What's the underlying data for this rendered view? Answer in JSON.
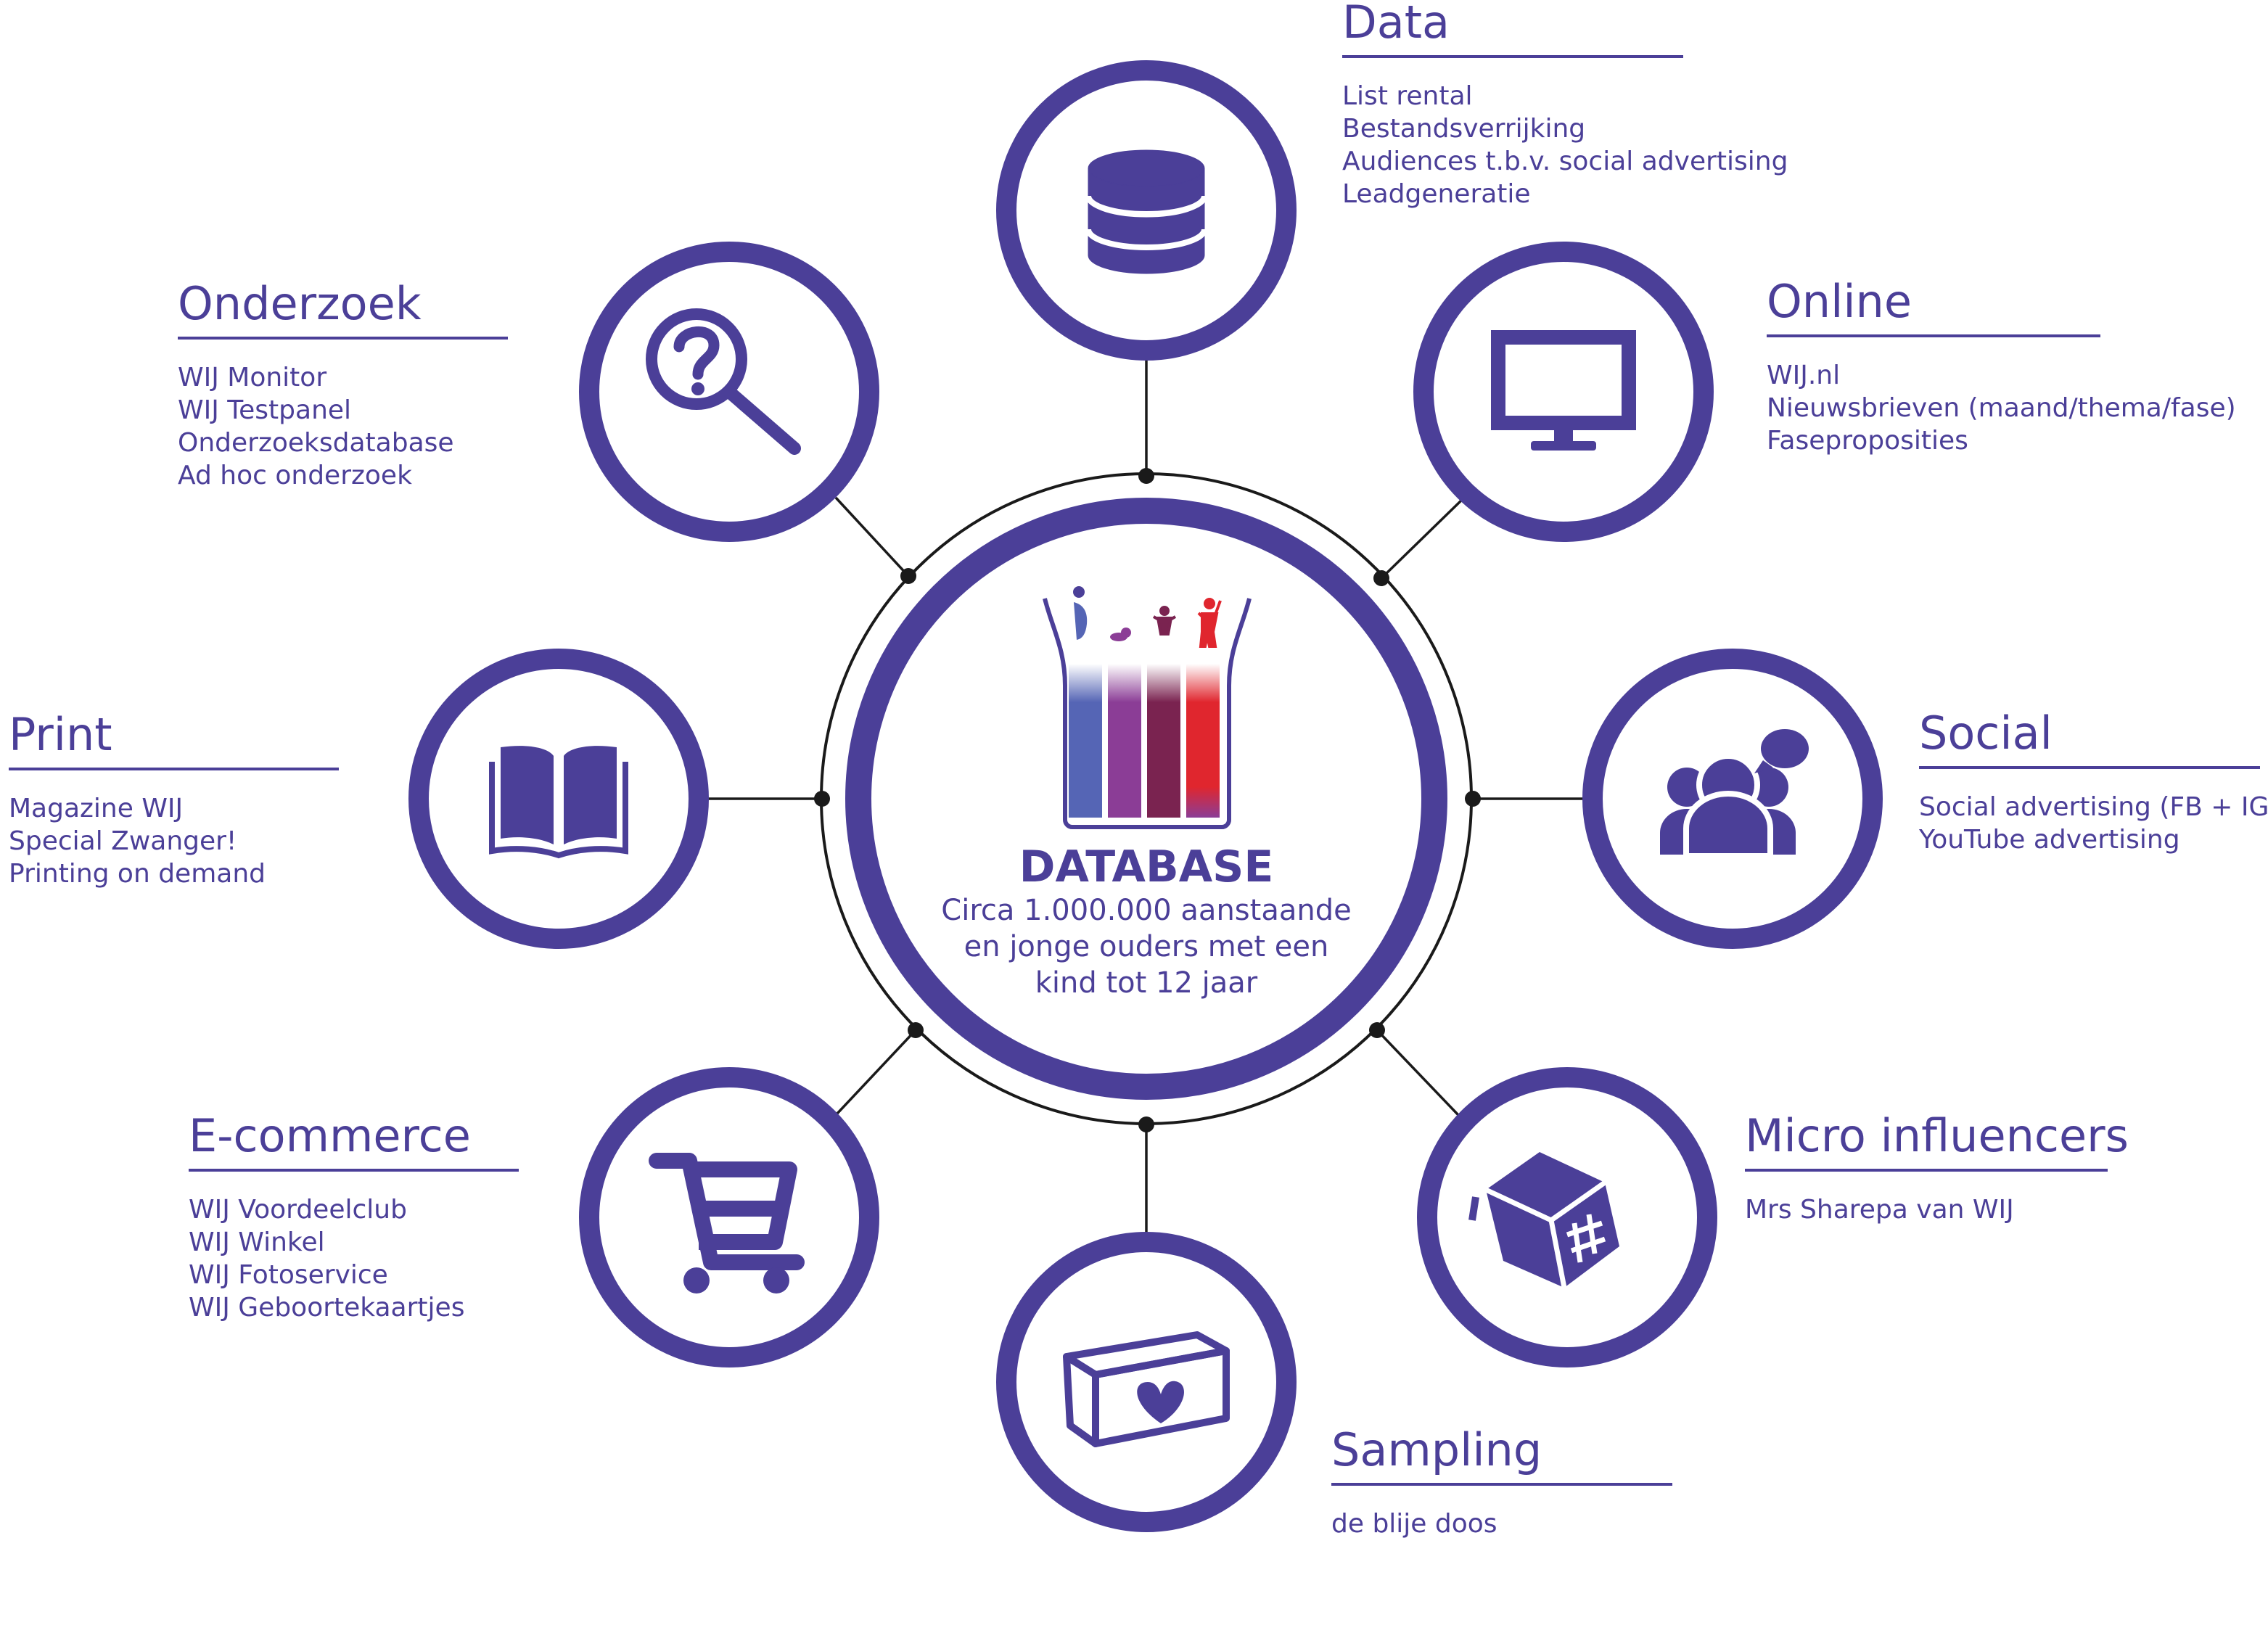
{
  "colors": {
    "primary": "#4b3f98",
    "line": "#1a1a1a",
    "bar_blue": "#5565b5",
    "bar_purple": "#8b3d96",
    "bar_plum": "#7a2350",
    "bar_red": "#e0262e"
  },
  "center": {
    "icon": "database-columns-logo",
    "title": "DATABASE",
    "lines": [
      "Circa 1.000.000 aanstaande",
      "en jonge ouders met een",
      "kind tot 12 jaar"
    ]
  },
  "nodes": [
    {
      "id": "data",
      "title": "Data",
      "icon": "database-icon",
      "items": [
        "List rental",
        "Bestandsverrijking",
        "Audiences t.b.v. social advertising",
        "Leadgeneratie"
      ]
    },
    {
      "id": "online",
      "title": "Online",
      "icon": "monitor-icon",
      "items": [
        "WIJ.nl",
        "Nieuwsbrieven (maand/thema/fase)",
        "Faseproposities"
      ]
    },
    {
      "id": "social",
      "title": "Social",
      "icon": "people-chat-icon",
      "items": [
        "Social advertising (FB + IG)",
        "YouTube advertising"
      ]
    },
    {
      "id": "micro",
      "title": "Micro influencers",
      "icon": "hashtag-box-icon",
      "items": [
        "Mrs Sharepa van WIJ"
      ]
    },
    {
      "id": "sampling",
      "title": "Sampling",
      "icon": "heart-box-icon",
      "items": [
        "de blije doos"
      ]
    },
    {
      "id": "ecommerce",
      "title": "E-commerce",
      "icon": "shopping-cart-icon",
      "items": [
        "WIJ Voordeelclub",
        "WIJ Winkel",
        "WIJ Fotoservice",
        "WIJ Geboortekaartjes"
      ]
    },
    {
      "id": "print",
      "title": "Print",
      "icon": "open-book-icon",
      "items": [
        "Magazine WIJ",
        "Special Zwanger!",
        "Printing on demand"
      ]
    },
    {
      "id": "onderzoek",
      "title": "Onderzoek",
      "icon": "magnifier-question-icon",
      "items": [
        "WIJ Monitor",
        "WIJ Testpanel",
        "Onderzoeksdatabase",
        "Ad hoc onderzoek"
      ]
    }
  ]
}
